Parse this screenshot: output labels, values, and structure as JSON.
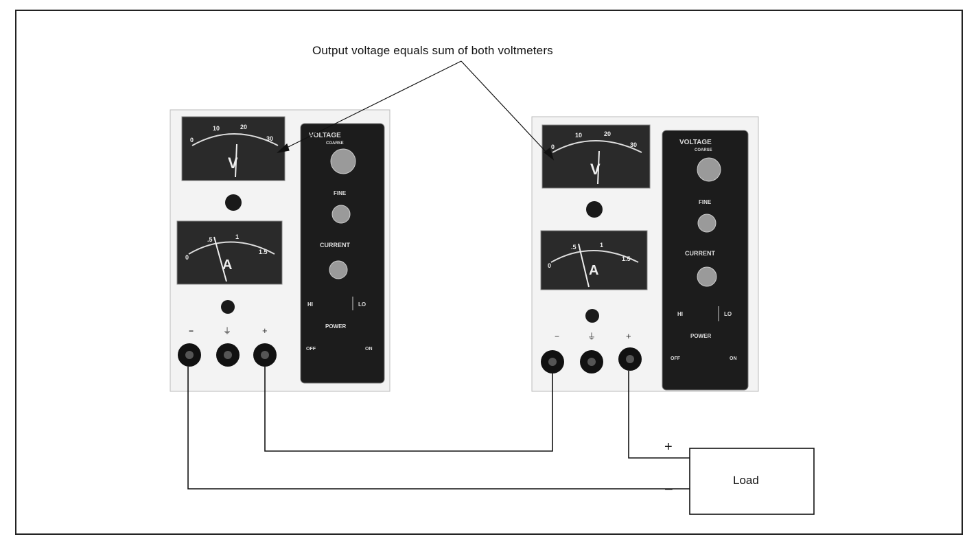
{
  "callout": {
    "text": "Output voltage equals sum of both voltmeters"
  },
  "load": {
    "label": "Load",
    "plus": "+",
    "minus": "−"
  },
  "supplies": [
    {
      "voltmeter_letter": "V",
      "voltmeter_scale": [
        "0",
        "10",
        "20",
        "30"
      ],
      "ammeter_letter": "A",
      "ammeter_scale": [
        "0",
        ".5",
        "1",
        "1.5"
      ],
      "terminals": [
        "−",
        "⏚",
        "+"
      ],
      "panel": {
        "voltage": "VOLTAGE",
        "coarse": "COARSE",
        "fine": "FINE",
        "current": "CURRENT",
        "hi": "HI",
        "lo": "LO",
        "power": "POWER",
        "off": "OFF",
        "on": "ON"
      }
    },
    {
      "voltmeter_letter": "V",
      "voltmeter_scale": [
        "0",
        "10",
        "20",
        "30"
      ],
      "ammeter_letter": "A",
      "ammeter_scale": [
        "0",
        ".5",
        "1",
        "1.5"
      ],
      "terminals": [
        "−",
        "⏚",
        "+"
      ],
      "panel": {
        "voltage": "VOLTAGE",
        "coarse": "COARSE",
        "fine": "FINE",
        "current": "CURRENT",
        "hi": "HI",
        "lo": "LO",
        "power": "POWER",
        "off": "OFF",
        "on": "ON"
      }
    }
  ]
}
